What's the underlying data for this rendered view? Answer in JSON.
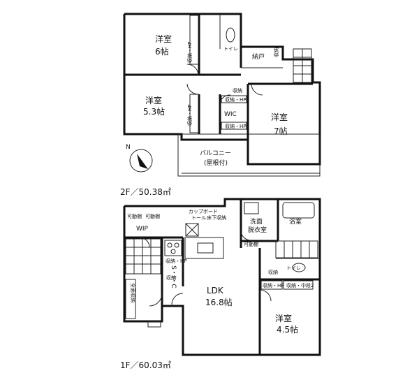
{
  "floor2": {
    "area_label": "2F／50.38㎡",
    "rooms": {
      "western_6_name": "洋室",
      "western_6_size": "6帖",
      "western_53_name": "洋室",
      "western_53_size": "5.3帖",
      "western_7_name": "洋室",
      "western_7_size": "7帖",
      "wic": "WIC",
      "nando": "納戸",
      "toilet": "トイレ",
      "balcony_line1": "バルコニー",
      "balcony_line2": "(屋根付)"
    },
    "storage": {
      "closet_hp_a": "収納・HP",
      "closet_hp_b": "収納・HP",
      "closet_hp_c": "収納・HP",
      "closet_hp_d": "収納・HP",
      "storage_a": "収納",
      "storage_b": "収納"
    },
    "compass": "N"
  },
  "floor1": {
    "area_label": "1F／60.03㎡",
    "rooms": {
      "ldk_name": "LDK",
      "ldk_size": "16.8帖",
      "western_name": "洋室",
      "western_size": "4.5帖",
      "wip": "WIP",
      "sic": "S・I・C",
      "washroom_line1": "洗面",
      "washroom_line2": "脱衣室",
      "bath": "浴室",
      "toilet": "トイレ"
    },
    "storage": {
      "movable_shelf_a": "可動棚",
      "movable_shelf_b": "可動棚",
      "cupboard_line1": "カップボード",
      "cupboard_line2": "トール",
      "floor_storage": "床下収納",
      "closet_hp_a": "収納・HP",
      "closet_hp_b": "収納・HP",
      "closet_hp_c": "収納・中段2",
      "movable_shelf_c": "可動棚",
      "storage_a": "収納",
      "storage_b": "収納",
      "shoe_storage": "全面収納"
    }
  }
}
